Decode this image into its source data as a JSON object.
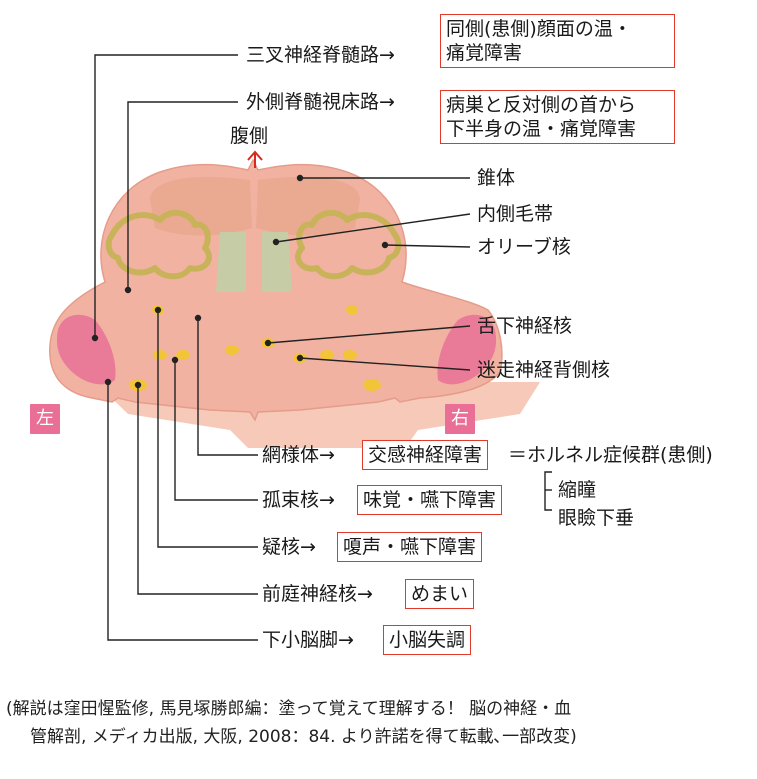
{
  "colors": {
    "tissue": "#f2b2a2",
    "tissue_light": "#f8cfc0",
    "pyramid": "#ecae96",
    "pink_region": "#e97b98",
    "yellow_nucleus": "#f2c437",
    "olive_stroke": "#c9b35a",
    "lemniscus": "#bfc9a6",
    "box_border": "#e23a2a",
    "side_label_bg": "#e96f97",
    "ventral_arrow": "#d62a1f"
  },
  "labels": {
    "trigeminal_tract": "三叉神経脊髄路→",
    "spinothalamic": "外側脊髄視床路→",
    "ventral": "腹側",
    "pyramid": "錐体",
    "medial_lemniscus": "内側毛帯",
    "olive": "オリーブ核",
    "hypoglossal": "舌下神経核",
    "vagus_dorsal": "迷走神経背側核",
    "left": "左",
    "right": "右",
    "reticular": "網様体→",
    "solitary": "孤束核→",
    "ambiguus": "疑核→",
    "vestibular": "前庭神経核→",
    "icp": "下小脳脚→"
  },
  "boxes": {
    "trigeminal_l1": "同側(患側)顔面の温・",
    "trigeminal_l2": "痛覚障害",
    "spinothalamic_l1": "病巣と反対側の首から",
    "spinothalamic_l2": "下半身の温・痛覚障害",
    "reticular": "交感神経障害",
    "solitary": "味覚・嚥下障害",
    "ambiguus": "嗄声・嚥下障害",
    "vestibular": "めまい",
    "icp": "小脳失調"
  },
  "horner": {
    "title": "＝ホルネル症候群(患側)",
    "item1": "縮瞳",
    "item2": "眼瞼下垂"
  },
  "credit": {
    "line1": "(解説は窪田惺監修, 馬見塚勝郎編：塗って覚えて理解する！ 脳の神経・血",
    "line2": "管解剖, メディカ出版, 大阪, 2008：84. より許諾を得て転載､一部改変)"
  }
}
